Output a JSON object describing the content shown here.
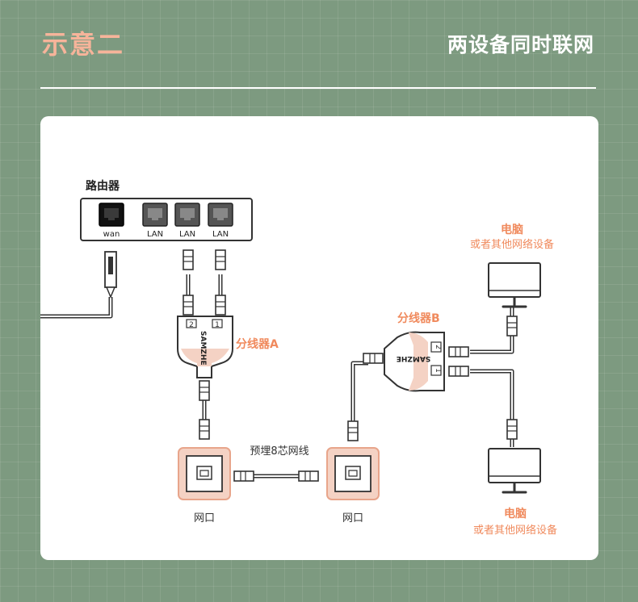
{
  "header": {
    "title": "示意二",
    "subtitle": "两设备同时联网"
  },
  "router": {
    "label": "路由器",
    "ports": [
      "wan",
      "LAN",
      "LAN",
      "LAN"
    ]
  },
  "splitter_a": {
    "label": "分线器A",
    "brand": "SAMZHE",
    "port_numbers": [
      "2",
      "1"
    ]
  },
  "splitter_b": {
    "label": "分线器B",
    "brand": "SAMZHE",
    "port_numbers": [
      "2",
      "1"
    ]
  },
  "cable_label": "预埋8芯网线",
  "wall_ports": {
    "left_label": "网口",
    "right_label": "网口"
  },
  "devices": {
    "top": {
      "title": "电脑",
      "subtitle": "或者其他网络设备"
    },
    "bottom": {
      "title": "电脑",
      "subtitle": "或者其他网络设备"
    }
  },
  "colors": {
    "accent": "#f08a5d",
    "background": "#7d9a80",
    "title": "#f6b49a"
  }
}
